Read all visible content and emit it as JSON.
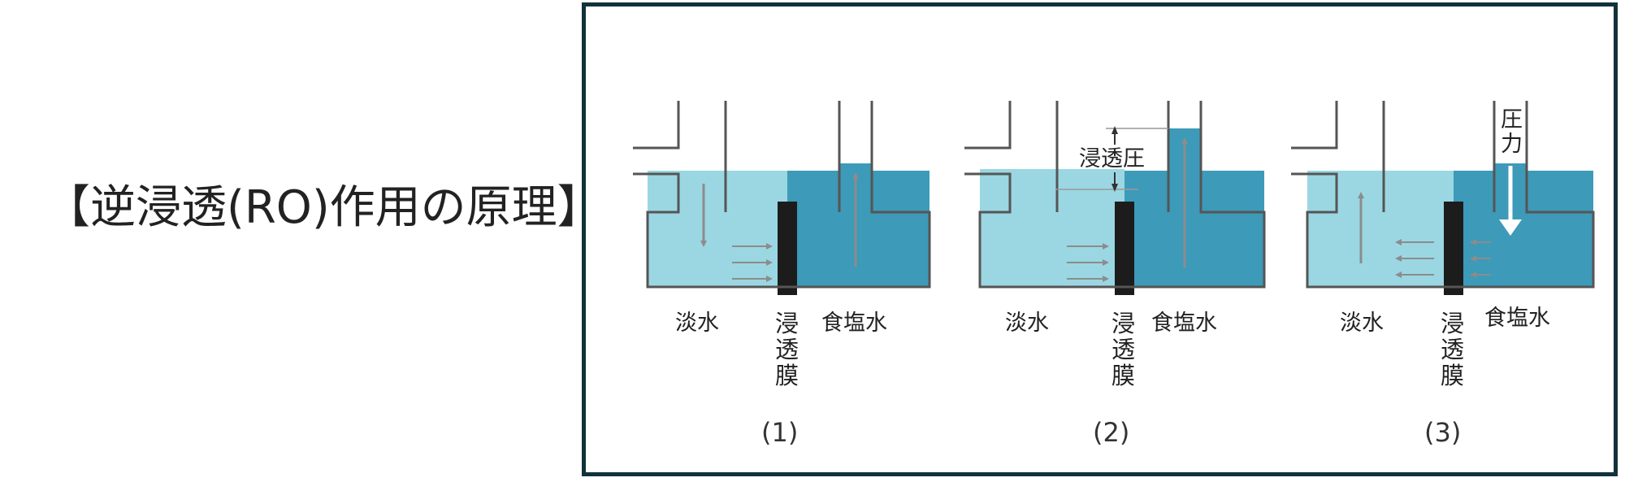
{
  "title": "【逆浸透(RO)作用の原理】",
  "labels": {
    "fresh_water": "淡水",
    "membrane_chars": [
      "浸",
      "透",
      "膜"
    ],
    "salt_water": "食塩水",
    "osmotic_pressure": "浸透圧",
    "pressure_chars": [
      "圧",
      "力"
    ]
  },
  "panels": [
    {
      "id": "1",
      "caption": "(1)"
    },
    {
      "id": "2",
      "caption": "(2)"
    },
    {
      "id": "3",
      "caption": "(3)"
    }
  ],
  "colors": {
    "fresh_water": "#9ad7e2",
    "salt_water": "#3d9ab8",
    "membrane": "#1c1c1c",
    "outline": "#555555",
    "frame": "#12323b",
    "arrow": "#8c8c8c"
  }
}
